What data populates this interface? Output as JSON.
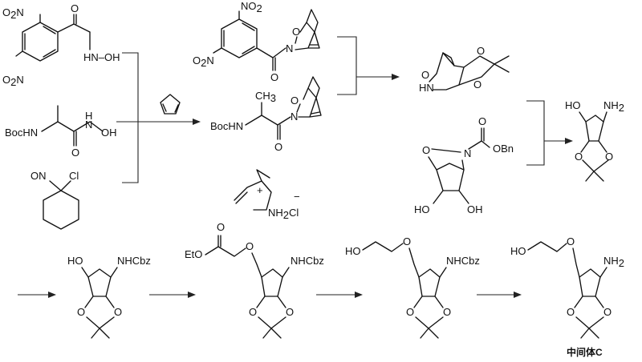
{
  "labels": {
    "o2n_a": "O",
    "o2n_a_sub": "2",
    "o2n_a_n": "N",
    "o2n_b": "O",
    "o2n_b_sub": "2",
    "o2n_b_n": "N",
    "hn_oh": "HN–OH",
    "o_carbonyl": "O",
    "bochn": "BocHN",
    "n_oh_n": "N",
    "n_oh_h": "H",
    "n_oh_oh": "OH",
    "o_boc": "O",
    "on": "ON",
    "cl": "Cl",
    "no2_p1": "NO",
    "no2_p1_sub": "2",
    "o2n_p1": "O",
    "o2n_p1_sub": "2",
    "o2n_p1_n": "N",
    "o_p1": "O",
    "n_p1": "N",
    "o_p1c": "O",
    "bochn_p2": "BocHN",
    "ch3_p2": "CH",
    "ch3_p2_sub": "3",
    "o_p2": "O",
    "n_p2": "N",
    "o_p2c": "O",
    "plus": "+",
    "minus": "−",
    "nh2cl": "NH",
    "nh2cl_sub": "2",
    "nh2cl_cl": "Cl",
    "hn_o": "HN",
    "o_hn": "O",
    "o_acet1": "O",
    "o_acet2": "O",
    "o_bic": "O",
    "n_bic": "N",
    "obn": "OBn",
    "o_cbz": "O",
    "ho_bic1": "HO",
    "oh_bic2": "OH",
    "ho_t": "HO",
    "nh2_t": "NH",
    "nh2_t_sub": "2",
    "o_t1": "O",
    "o_t2": "O",
    "ho_r1": "HO",
    "nhcbz_r1": "NHCbz",
    "o_r1a": "O",
    "o_r1b": "O",
    "eto_r2": "EtO",
    "o_r2c": "O",
    "o_r2": "O",
    "nhcbz_r2": "NHCbz",
    "o_r2a": "O",
    "o_r2b": "O",
    "ho_r3": "HO",
    "o_r3": "O",
    "nhcbz_r3": "NHCbz",
    "o_r3a": "O",
    "o_r3b": "O",
    "ho_r4": "HO",
    "o_r4": "O",
    "nh2_r4": "NH",
    "nh2_r4_sub": "2",
    "o_r4a": "O",
    "o_r4b": "O",
    "caption": "中间体C"
  },
  "colors": {
    "ink": "#111111",
    "background": "#ffffff"
  }
}
